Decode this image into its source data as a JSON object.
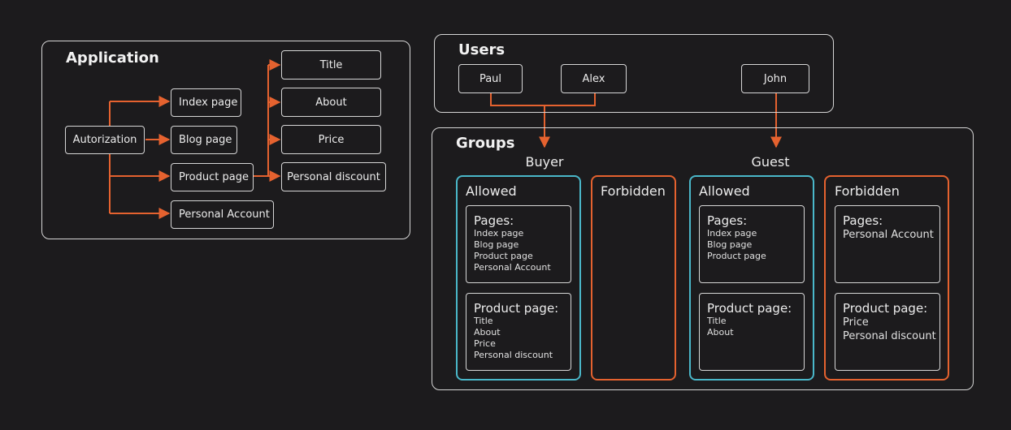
{
  "application": {
    "title": "Application",
    "root": "Autorization",
    "pages": [
      "Index page",
      "Blog page",
      "Product page",
      "Personal Account"
    ],
    "product_parts": [
      "Title",
      "About",
      "Price",
      "Personal discount"
    ]
  },
  "users": {
    "title": "Users",
    "names": [
      "Paul",
      "Alex",
      "John"
    ]
  },
  "groups": {
    "title": "Groups",
    "buyer": {
      "name": "Buyer",
      "allowed": {
        "label": "Allowed",
        "pages_title": "Pages:",
        "pages": [
          "Index page",
          "Blog page",
          "Product page",
          "Personal Account"
        ],
        "product_title": "Product page:",
        "product": [
          "Title",
          "About",
          "Price",
          "Personal discount"
        ]
      },
      "forbidden": {
        "label": "Forbidden"
      }
    },
    "guest": {
      "name": "Guest",
      "allowed": {
        "label": "Allowed",
        "pages_title": "Pages:",
        "pages": [
          "Index page",
          "Blog page",
          "Product page"
        ],
        "product_title": "Product page:",
        "product": [
          "Title",
          "About"
        ]
      },
      "forbidden": {
        "label": "Forbidden",
        "pages_title": "Pages:",
        "pages": [
          "Personal Account"
        ],
        "product_title": "Product page:",
        "product": [
          "Price",
          "Personal discount"
        ]
      }
    }
  },
  "colors": {
    "background": "#1c1b1d",
    "arrow": "#e5622f",
    "allowed": "#4ab7c9",
    "forbidden": "#e5622f",
    "border": "#d6d6d6"
  }
}
